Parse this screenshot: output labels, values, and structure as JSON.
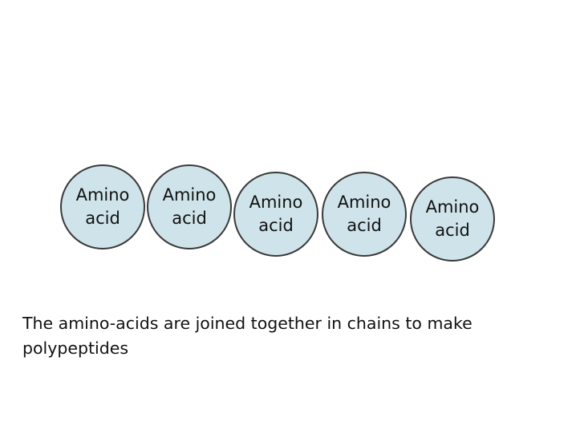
{
  "molecules": [
    {
      "line1": "Amino",
      "line2": "acid"
    },
    {
      "line1": "Amino",
      "line2": "acid"
    },
    {
      "line1": "Amino",
      "line2": "acid"
    },
    {
      "line1": "Amino",
      "line2": "acid"
    },
    {
      "line1": "Amino",
      "line2": "acid"
    }
  ],
  "caption": "The amino-acids are joined together in chains to make polypeptides",
  "colors": {
    "circle_fill": "#cfe4ea",
    "circle_stroke": "#3a3a3a",
    "text": "#111111"
  }
}
